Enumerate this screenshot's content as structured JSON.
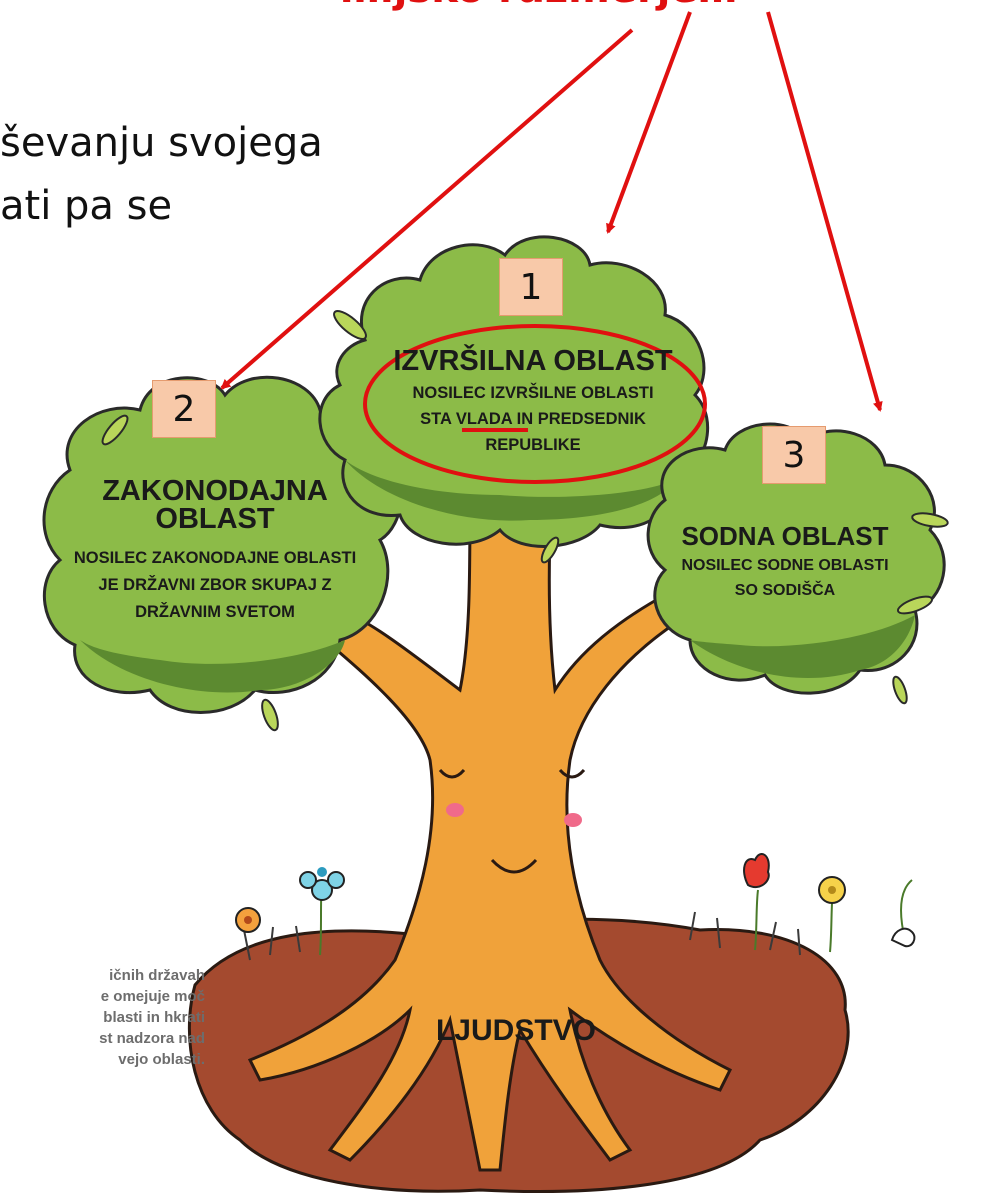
{
  "slide": {
    "heading_fragment": "…ljsko razmerje…",
    "line1": "ševanju svojega",
    "line2": "ati pa se"
  },
  "diagram": {
    "executive": {
      "number": "1",
      "title": "IZVRŠILNA OBLAST",
      "lines": [
        "NOSILEC IZVRŠILNE OBLASTI",
        "STA VLADA IN PREDSEDNIK",
        "REPUBLIKE"
      ]
    },
    "legislative": {
      "number": "2",
      "title_lines": [
        "ZAKONODAJNA",
        "OBLAST"
      ],
      "lines": [
        "NOSILEC ZAKONODAJNE OBLASTI",
        "JE DRŽAVNI ZBOR SKUPAJ Z",
        "DRŽAVNIM SVETOM"
      ]
    },
    "judicial": {
      "number": "3",
      "title": "SODNA OBLAST",
      "lines": [
        "NOSILEC SODNE OBLASTI",
        "SO SODIŠČA"
      ]
    },
    "roots_label": "LJUDSTVO",
    "caption_lines": [
      "ičnih državah",
      "e omejuje moč",
      "blasti in hkrati",
      "st nadzora nad",
      "vejo oblasti."
    ]
  },
  "colors": {
    "arrow": "#e01010",
    "foliage": "#8cbb48",
    "foliage_dark": "#5c8a30",
    "trunk": "#f0a23a",
    "soil": "#a44a2f",
    "box_fill": "#f8c9a9"
  }
}
